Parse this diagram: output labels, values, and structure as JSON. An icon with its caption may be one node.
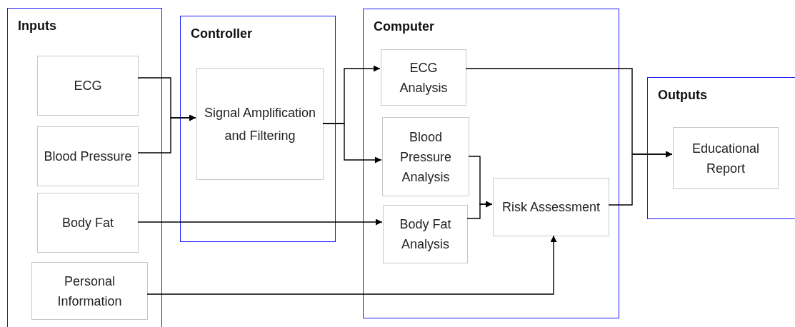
{
  "diagram": {
    "nodes": [
      {
        "text": [
          "Inputs"
        ]
      },
      {
        "text": [
          "ECG"
        ],
        "in": 0
      },
      {
        "text": [
          "Blood Pressure"
        ],
        "in": 0
      },
      {
        "text": [
          "Body Fat"
        ],
        "in": 0
      },
      {
        "text": [
          "Personal Information"
        ],
        "in": 0
      },
      {
        "text": [
          "Controller"
        ]
      },
      {
        "text": [
          "Signal Amplification and Filtering"
        ],
        "in": 5
      },
      {
        "text": [
          "Computer"
        ]
      },
      {
        "text": [
          "ECG Analysis"
        ],
        "in": 7
      },
      {
        "text": [
          "Blood Pressure Analysis"
        ],
        "in": 7
      },
      {
        "text": [
          "Body Fat Analysis"
        ],
        "in": 7
      },
      {
        "text": [
          "Risk Assessment"
        ],
        "in": 7
      },
      {
        "text": [
          "Outputs"
        ]
      },
      {
        "text": [
          "Educational Report"
        ],
        "in": 12
      }
    ],
    "edges": [
      {
        "from": 1,
        "to": 6,
        "arrow": "to"
      },
      {
        "from": 2,
        "to": 6,
        "arrow": "to"
      },
      {
        "from": 6,
        "to": 8,
        "arrow": "to"
      },
      {
        "from": 6,
        "to": 9,
        "arrow": "to"
      },
      {
        "from": 3,
        "to": 10,
        "arrow": "to"
      },
      {
        "from": 9,
        "to": 11,
        "arrow": "to"
      },
      {
        "from": 10,
        "to": 11,
        "arrow": "to"
      },
      {
        "from": 4,
        "to": 11,
        "arrow": "to"
      },
      {
        "from": 8,
        "to": 13,
        "arrow": "to"
      },
      {
        "from": 11,
        "to": 13,
        "arrow": "to"
      }
    ]
  }
}
